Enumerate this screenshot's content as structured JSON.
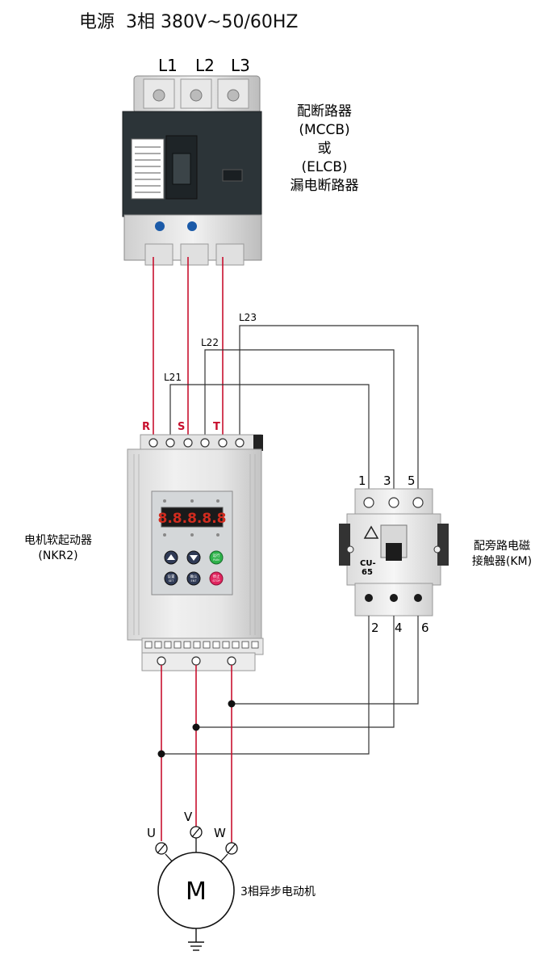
{
  "title": "电源  3相 380V~50/60HZ",
  "mccb": {
    "phase_labels": [
      "L1",
      "L2",
      "L3"
    ],
    "caption_lines": [
      "配断路器",
      "(MCCB)",
      "或",
      "(ELCB)",
      "漏电断路器"
    ]
  },
  "wires": {
    "l21": "L21",
    "l22": "L22",
    "l23": "L23"
  },
  "soft_starter": {
    "terminals": [
      "R",
      "S",
      "T"
    ],
    "caption_lines": [
      "电机软起动器",
      "(NKR2)"
    ],
    "display": "8.8.8.8.8",
    "buttons": [
      {
        "top": "运行",
        "bottom": "RUN"
      },
      {
        "top": "设置",
        "bottom": "SET"
      },
      {
        "top": "确认",
        "bottom": "ENT"
      },
      {
        "top": "停止",
        "bottom": "STOP"
      }
    ],
    "colors": {
      "run": "#2db24a",
      "stop": "#e0245e",
      "display": "#d12b1e"
    }
  },
  "contactor": {
    "top_terminals": [
      "1",
      "3",
      "5"
    ],
    "bottom_terminals": [
      "2",
      "4",
      "6"
    ],
    "model": "CU-\n65",
    "model_line1": "CU-",
    "model_line2": "65",
    "caption_lines": [
      "配旁路电磁",
      "接触器(KM)"
    ]
  },
  "motor": {
    "terminals": [
      "U",
      "V",
      "W"
    ],
    "symbol": "M",
    "caption": "3相异步电动机"
  },
  "colors": {
    "phase_wire": "#c8102e",
    "control_wire": "#333333",
    "terminal_label": "#c8102e"
  }
}
